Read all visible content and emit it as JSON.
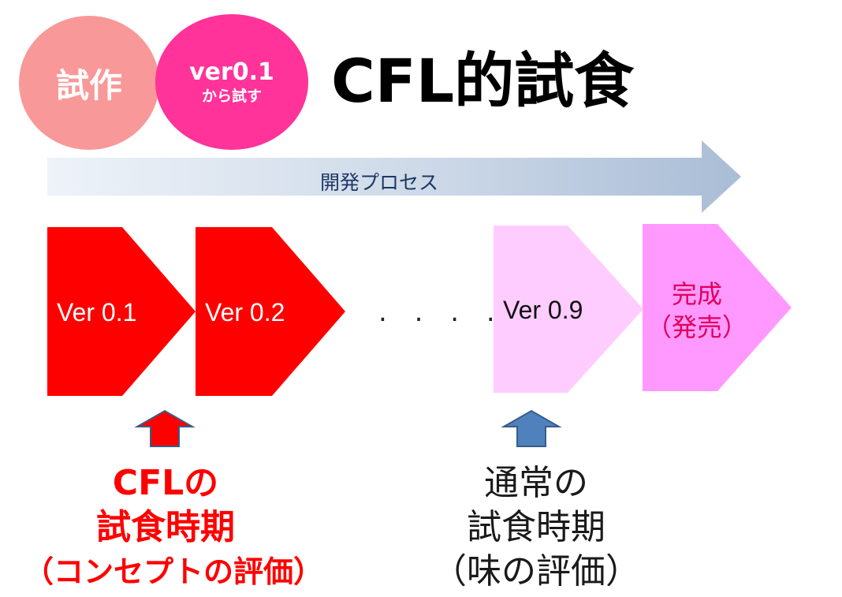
{
  "badges": {
    "prototype": "試作",
    "version_line1": "ver0.1",
    "version_line2": "から試す"
  },
  "title": "CFL的試食",
  "process": {
    "label": "開発プロセス"
  },
  "stages": [
    {
      "label": "Ver 0.1"
    },
    {
      "label": "Ver 0.2"
    },
    {
      "label": "Ver 0.9"
    }
  ],
  "ellipsis": ". . . .",
  "final_stage": {
    "line1": "完成",
    "line2": "（発売）"
  },
  "captions": {
    "cfl": {
      "line1": "CFLの",
      "line2": "試食時期",
      "line3": "（コンセプトの評価）"
    },
    "normal": {
      "line1": "通常の",
      "line2": "試食時期",
      "line3": "（味の評価）"
    }
  },
  "colors": {
    "red": "#ff0000",
    "pink_light": "#ffccff",
    "pink_mid": "#ff99ff",
    "arrow_red": "#ff0000",
    "arrow_blue": "#4f81bd",
    "arrow_outline": "#385d8a"
  }
}
